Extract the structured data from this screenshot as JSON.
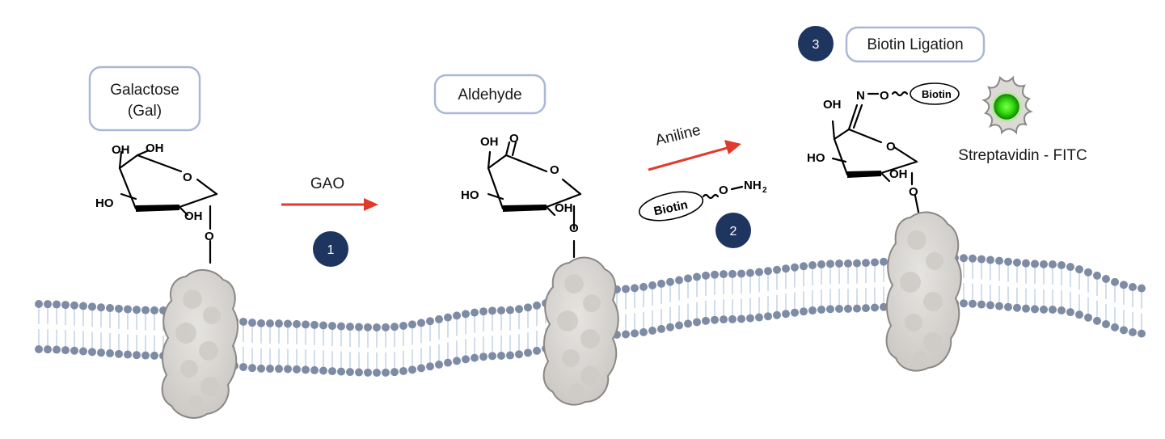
{
  "labels": {
    "galactose_line1": "Galactose",
    "galactose_line2": "(Gal)",
    "aldehyde": "Aldehyde",
    "biotin_ligation": "Biotin Ligation",
    "gao": "GAO",
    "aniline": "Aniline",
    "streptavidin": "Streptavidin - FITC"
  },
  "steps": [
    "1",
    "2",
    "3"
  ],
  "reagent": {
    "biotin": "Biotin",
    "o": "O",
    "nh2_main": "NH",
    "nh2_sub": "2"
  },
  "chem": {
    "oh": "OH",
    "ho": "HO",
    "o": "O",
    "n": "N",
    "biotin": "Biotin"
  },
  "colors": {
    "arrow": "#e03a2c",
    "step_badge": "#1e3560",
    "label_border": "#a9b8d6",
    "lipid_head": "#7d8ba4",
    "lipid_tail": "#b9cbe0",
    "protein": "#d8d6d3",
    "fitc_green": "#33dd11"
  }
}
